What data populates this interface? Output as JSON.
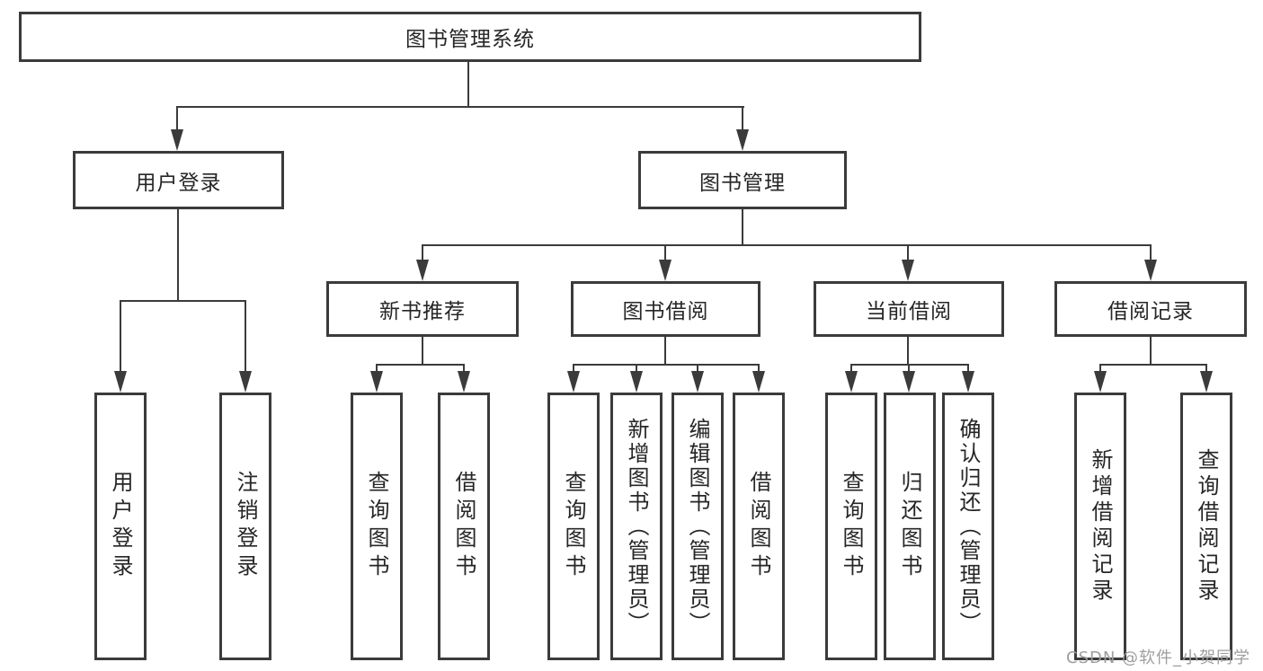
{
  "diagram": {
    "root": {
      "label": "图书管理系统"
    },
    "branches": {
      "user_login": {
        "label": "用户登录",
        "children": [
          "用户登录",
          "注销登录"
        ]
      },
      "book_mgmt": {
        "label": "图书管理",
        "sections": {
          "new_books": {
            "label": "新书推荐",
            "children": [
              "查询图书",
              "借阅图书"
            ]
          },
          "book_borrow": {
            "label": "图书借阅",
            "children": [
              "查询图书",
              "新增图书（管理员）",
              "编辑图书（管理员）",
              "借阅图书"
            ]
          },
          "current_borrow": {
            "label": "当前借阅",
            "children": [
              "查询图书",
              "归还图书",
              "确认归还（管理员）"
            ]
          },
          "borrow_records": {
            "label": "借阅记录",
            "children": [
              "新增借阅记录",
              "查询借阅记录"
            ]
          }
        }
      }
    }
  },
  "watermark": {
    "text": "CSDN @软件_小贺同学"
  },
  "colors": {
    "line": "#3b3b3b",
    "text": "#262626",
    "watermark": "#9e9e9e",
    "background": "#ffffff"
  }
}
